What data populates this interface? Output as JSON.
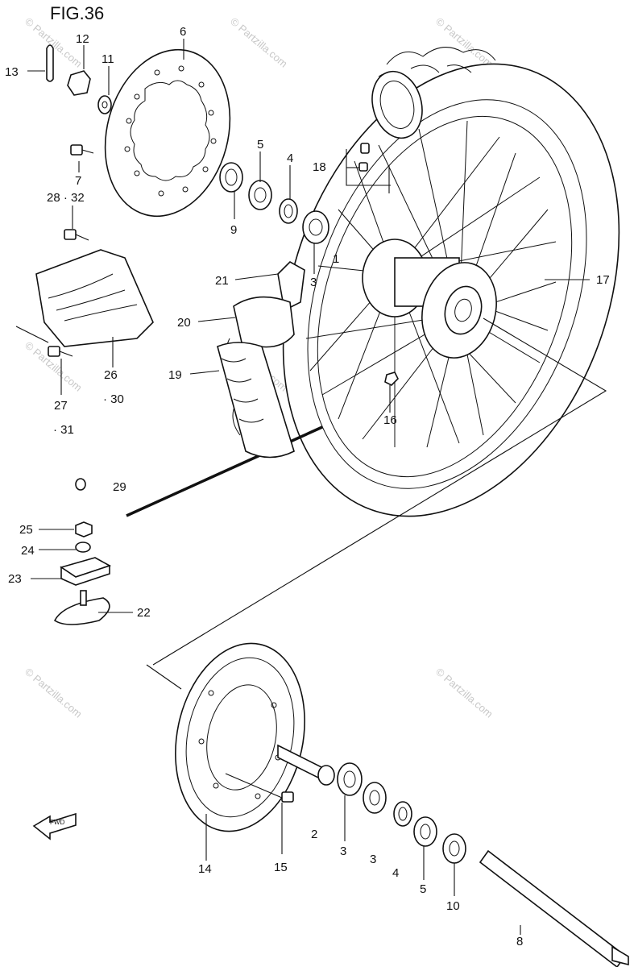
{
  "figure": {
    "title": "FIG.36"
  },
  "watermark": {
    "text": "© Partzilla.com"
  },
  "callouts": [
    {
      "key": "c13",
      "label": "13"
    },
    {
      "key": "c12",
      "label": "12"
    },
    {
      "key": "c11",
      "label": "11"
    },
    {
      "key": "c6",
      "label": "6"
    },
    {
      "key": "c7",
      "label": "7"
    },
    {
      "key": "c28",
      "label": "28 · 32"
    },
    {
      "key": "c5a",
      "label": "5"
    },
    {
      "key": "c4a",
      "label": "4"
    },
    {
      "key": "c9",
      "label": "9"
    },
    {
      "key": "c3a",
      "label": "3"
    },
    {
      "key": "c18",
      "label": "18"
    },
    {
      "key": "c1",
      "label": "1"
    },
    {
      "key": "c17",
      "label": "17"
    },
    {
      "key": "c21",
      "label": "21"
    },
    {
      "key": "c20",
      "label": "20"
    },
    {
      "key": "c19",
      "label": "19"
    },
    {
      "key": "c26",
      "label": "26"
    },
    {
      "key": "c30",
      "label": "· 30"
    },
    {
      "key": "c27",
      "label": "27"
    },
    {
      "key": "c31",
      "label": "· 31"
    },
    {
      "key": "c16",
      "label": "16"
    },
    {
      "key": "c29",
      "label": "29"
    },
    {
      "key": "c25",
      "label": "25"
    },
    {
      "key": "c24",
      "label": "24"
    },
    {
      "key": "c23",
      "label": "23"
    },
    {
      "key": "c22",
      "label": "22"
    },
    {
      "key": "c14",
      "label": "14"
    },
    {
      "key": "c15",
      "label": "15"
    },
    {
      "key": "c2",
      "label": "2"
    },
    {
      "key": "c3b",
      "label": "3"
    },
    {
      "key": "c3c",
      "label": "3"
    },
    {
      "key": "c4b",
      "label": "4"
    },
    {
      "key": "c5b",
      "label": "5"
    },
    {
      "key": "c10",
      "label": "10"
    },
    {
      "key": "c8",
      "label": "8"
    }
  ],
  "direction_marker": {
    "text": "FWD"
  }
}
